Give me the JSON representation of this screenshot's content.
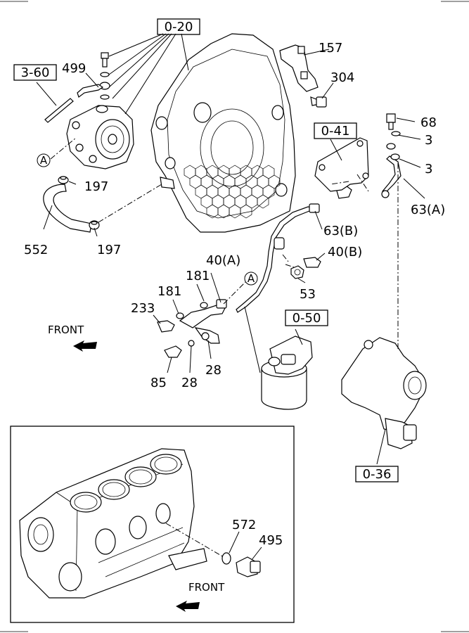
{
  "refs": {
    "r_0_20": "0-20",
    "r_3_60": "3-60",
    "r_0_41": "0-41",
    "r_0_50": "0-50",
    "r_0_36": "0-36"
  },
  "parts": {
    "p499": "499",
    "p157": "157",
    "p304": "304",
    "p68": "68",
    "p3a": "3",
    "p3b": "3",
    "p63a": "63(A)",
    "p63b": "63(B)",
    "p197a": "197",
    "p197b": "197",
    "p552": "552",
    "p40a": "40(A)",
    "p40b": "40(B)",
    "p181a": "181",
    "p181b": "181",
    "p233": "233",
    "p53": "53",
    "p85": "85",
    "p28a": "28",
    "p28b": "28",
    "p572": "572",
    "p495": "495"
  },
  "markers": {
    "a1": "A",
    "a2": "A"
  },
  "front": {
    "top": "FRONT",
    "bottom": "FRONT"
  }
}
